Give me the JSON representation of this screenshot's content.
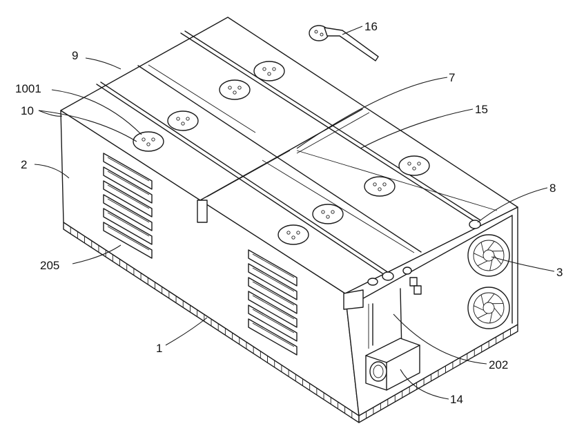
{
  "labels": {
    "l16": "16",
    "l9": "9",
    "l7": "7",
    "l1001": "1001",
    "l10": "10",
    "l15": "15",
    "l2": "2",
    "l8": "8",
    "l3": "3",
    "l205": "205",
    "l202": "202",
    "l1": "1",
    "l14": "14"
  }
}
